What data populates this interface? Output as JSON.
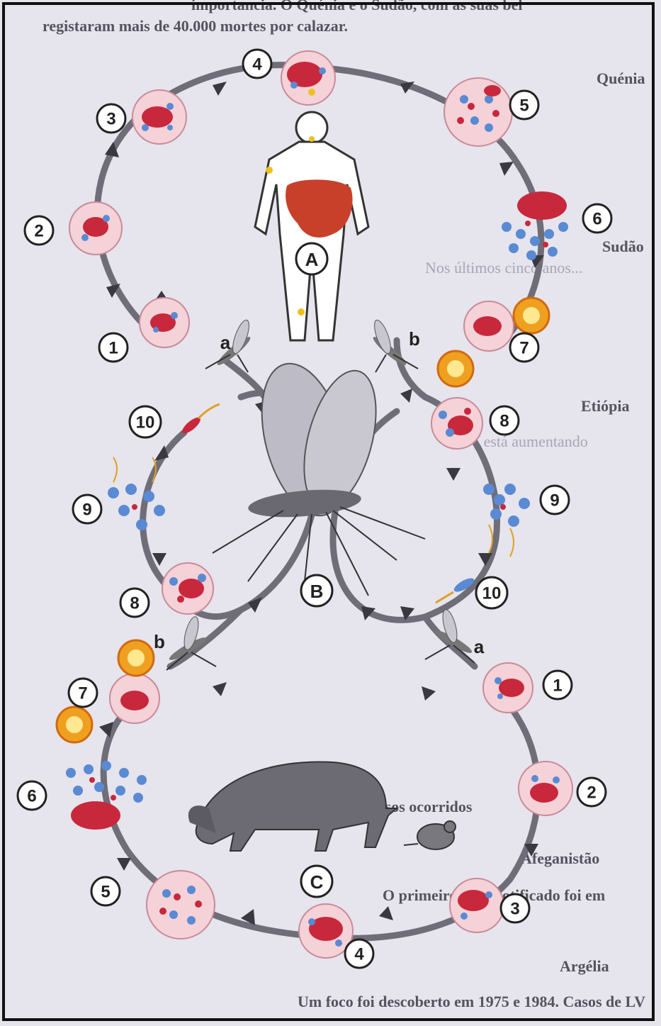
{
  "background_text": {
    "top_line_1": "importancia. O Quénia e o Sudão, com as suas bel",
    "top_line_2": "registaram mais de 40.000 mortes por calazar.",
    "heading_quenia": "Quénia",
    "heading_sudao": "Sudão",
    "heading_etiopia": "Etiópia",
    "heading_afeganistao": "Afeganistão",
    "heading_argelia": "Argélia",
    "line_sudao_1": "Nos últimos cinco anos...",
    "line_etiopia_1": "A LV está aumentando",
    "line_agentes": "gentes ou casos ocorridos",
    "line_afeg_1": "O primeiro caso notificado foi em",
    "line_argelia_1": "Um foco foi descoberto em 1975 e 1984. Casos de LV"
  },
  "cycle_labels": {
    "A": "A",
    "B": "B",
    "C": "C",
    "a_top": "a",
    "b_top": "b",
    "a_bottom": "a",
    "b_bottom": "b"
  },
  "cycle_A_steps": [
    "1",
    "2",
    "3",
    "4",
    "5",
    "6",
    "7",
    "8",
    "9",
    "10"
  ],
  "cycle_C_steps": [
    "1",
    "2",
    "3",
    "4",
    "5",
    "6",
    "7",
    "8",
    "9",
    "10"
  ],
  "colors": {
    "cycle_line": "#6f6d77",
    "cell_red": "#c8283c",
    "parasite_blue": "#5a8ad4",
    "promastigote_yellow": "#f0a020",
    "liver": "#c8402a"
  },
  "icons": [
    "human-body-icon",
    "mosquito-icon",
    "dog-icon",
    "rodent-icon",
    "sandfly-icon"
  ]
}
